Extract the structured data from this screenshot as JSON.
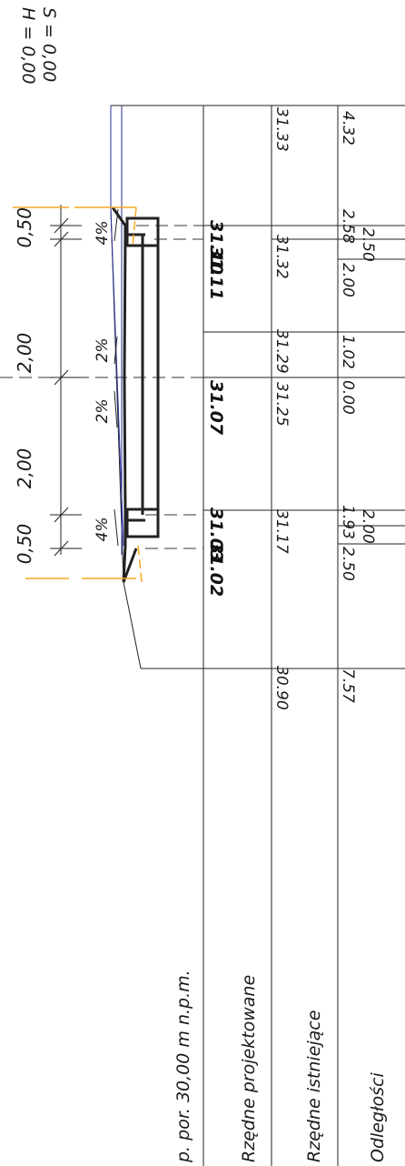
{
  "header": {
    "H_label": "H = 0,00",
    "S_label": "S = 0,00"
  },
  "table": {
    "row_labels": {
      "reference_level": "p. por. 30,00 m n.p.m.",
      "design_levels": "Rzędne projektowane",
      "existing_levels": "Rzędne istniejące",
      "distances": "Odległości"
    },
    "design_levels": [
      "31.10",
      "31.11",
      "31.07",
      "31.03",
      "31.02"
    ],
    "existing_levels": [
      "31.33",
      "31.32",
      "31.29",
      "31.25",
      "31.17",
      "30.90"
    ],
    "distances": [
      "4.32",
      "2.58",
      "2.50",
      "2.00",
      "1.02",
      "0.00",
      "1.93",
      "2.00",
      "2.50",
      "7.57"
    ]
  },
  "dimensions": [
    "0,50",
    "2,00",
    "2,00",
    "0,50"
  ],
  "slopes": [
    "4%",
    "2%",
    "2%",
    "4%"
  ]
}
